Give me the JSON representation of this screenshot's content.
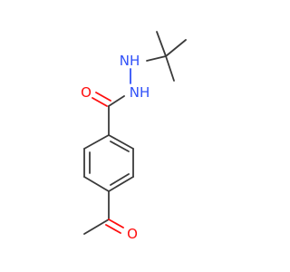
{
  "molecule": {
    "atoms": {
      "amine_n": {
        "element": "N",
        "label": "NH",
        "color": "#3050f8"
      },
      "amide_n": {
        "element": "N",
        "label": "NH",
        "color": "#3050f8"
      },
      "amide_o": {
        "element": "O",
        "label": "O",
        "color": "#ff0d0d"
      },
      "ketone_o": {
        "element": "O",
        "label": "O",
        "color": "#ff0d0d"
      }
    },
    "bond_color": "#3a3a3a"
  }
}
